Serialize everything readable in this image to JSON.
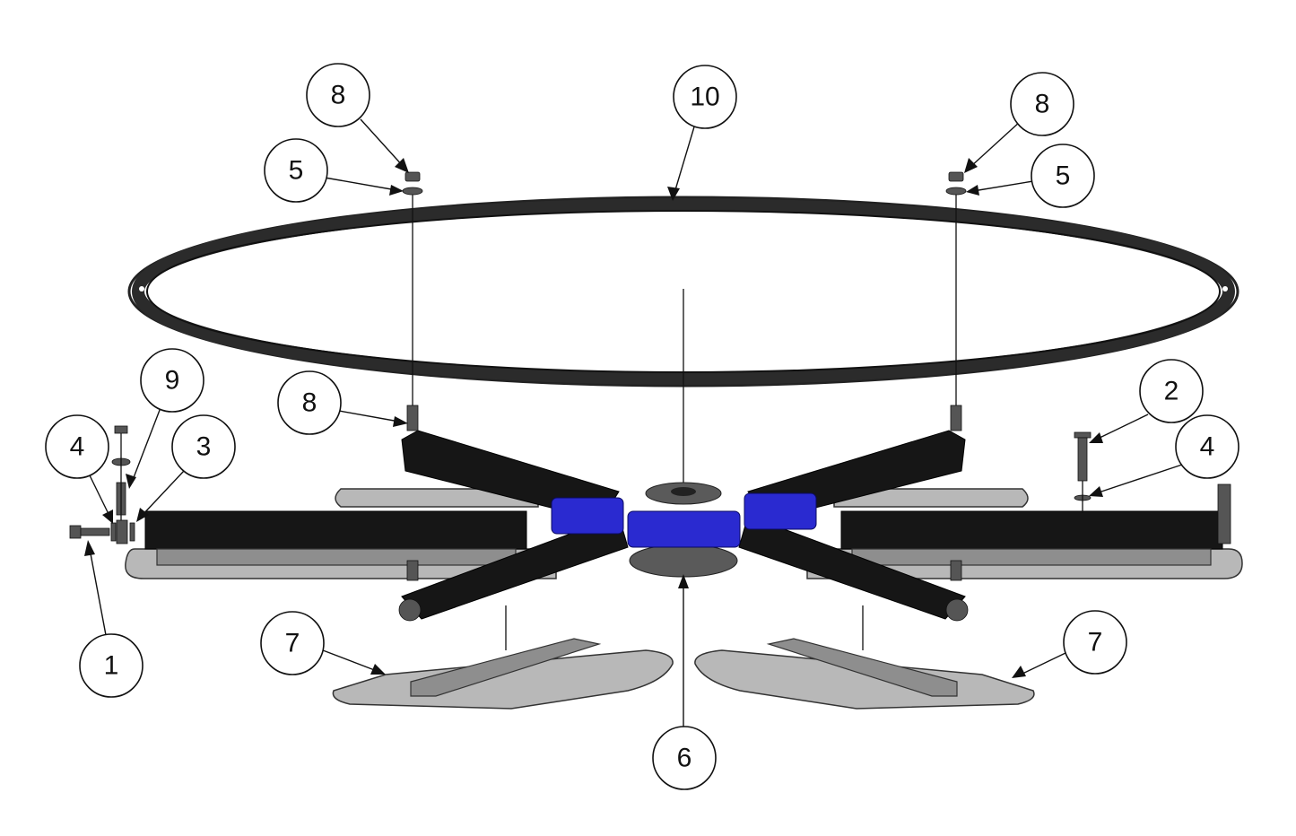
{
  "callouts": [
    {
      "id": "c8a",
      "label": "8"
    },
    {
      "id": "c10",
      "label": "10"
    },
    {
      "id": "c8b",
      "label": "8"
    },
    {
      "id": "c5a",
      "label": "5"
    },
    {
      "id": "c5b",
      "label": "5"
    },
    {
      "id": "c9",
      "label": "9"
    },
    {
      "id": "c8c",
      "label": "8"
    },
    {
      "id": "c2",
      "label": "2"
    },
    {
      "id": "c4a",
      "label": "4"
    },
    {
      "id": "c3",
      "label": "3"
    },
    {
      "id": "c4b",
      "label": "4"
    },
    {
      "id": "c1",
      "label": "1"
    },
    {
      "id": "c7a",
      "label": "7"
    },
    {
      "id": "c7b",
      "label": "7"
    },
    {
      "id": "c6",
      "label": "6"
    }
  ],
  "colors": {
    "arm": "#161616",
    "plate": "#b8b8b8",
    "hub_accent": "#2a2ad0",
    "ring": "#222222"
  }
}
